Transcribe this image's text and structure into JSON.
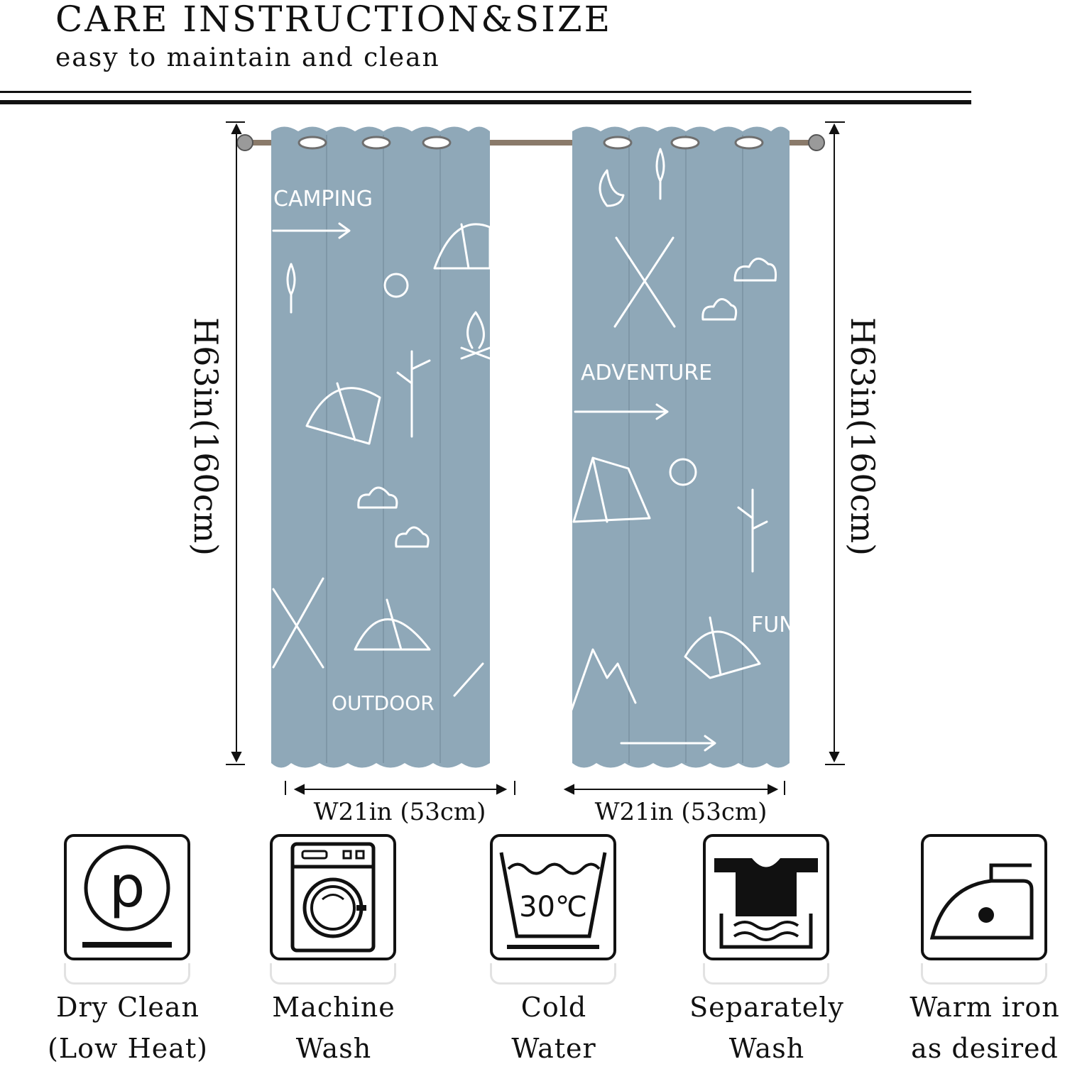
{
  "header": {
    "title": "CARE INSTRUCTION&SIZE",
    "subtitle": "easy to maintain and clean"
  },
  "product": {
    "curtain_color": "#8fa8b8",
    "print_words": [
      "CAMPING",
      "OUTDOOR",
      "ADVENTURE",
      "FUN"
    ]
  },
  "dimensions": {
    "height_label": "H63in(160cm)",
    "width_label": "W21in (53cm)"
  },
  "care": [
    {
      "icon": "dry-clean-icon",
      "line1": "Dry Clean",
      "line2": "(Low Heat)"
    },
    {
      "icon": "washing-machine-icon",
      "line1": "Machine",
      "line2": "Wash"
    },
    {
      "icon": "wash-tub-icon",
      "line1": "Cold",
      "line2": "Water",
      "temp": "30℃"
    },
    {
      "icon": "separate-wash-icon",
      "line1": "Separately",
      "line2": "Wash"
    },
    {
      "icon": "iron-icon",
      "line1": "Warm iron",
      "line2": "as desired"
    }
  ]
}
